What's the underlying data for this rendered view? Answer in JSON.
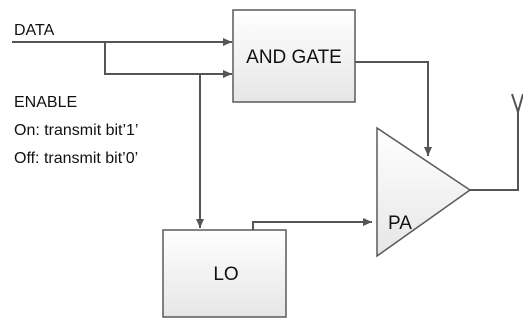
{
  "labels": {
    "data": "DATA",
    "enable": "ENABLE",
    "on_line": "On: transmit bit’1’",
    "off_line": "Off: transmit bit’0’"
  },
  "blocks": {
    "and_gate": "AND GATE",
    "lo": "LO",
    "pa": "PA"
  },
  "colors": {
    "line": "#555555",
    "block_border": "#5a5a5a",
    "block_fill_top": "#ffffff",
    "block_fill_bottom": "#e8e8e8"
  },
  "icons": {
    "antenna": "antenna-icon"
  }
}
